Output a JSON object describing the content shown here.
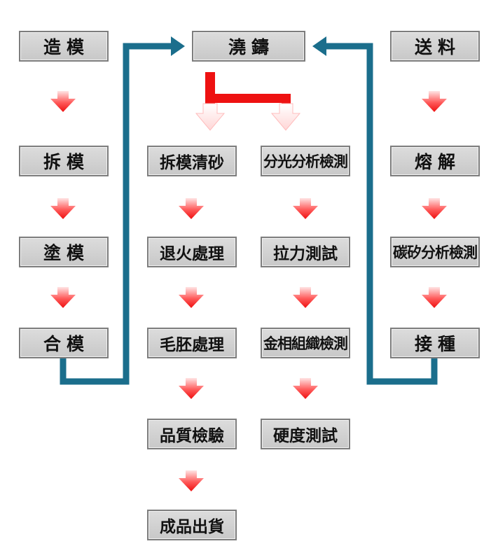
{
  "colors": {
    "connector": "#1b6e8c",
    "arrow_red": "#ff2222",
    "arrow_light": "#ffdede",
    "box_fill": "#d4d4d4",
    "box_border": "#7d7d7d"
  },
  "left_column": [
    "造模",
    "拆模",
    "塗模",
    "合模"
  ],
  "top_center": "澆鑄",
  "right_top": "送料",
  "casting_column": [
    "拆模清砂",
    "退火處理",
    "毛胚處理",
    "品質檢驗",
    "成品出貨"
  ],
  "analysis_column": [
    "分光分析檢測",
    "拉力測試",
    "金相組織檢測",
    "硬度測試"
  ],
  "right_column": [
    "熔解",
    "碳矽分析檢測",
    "接種"
  ]
}
